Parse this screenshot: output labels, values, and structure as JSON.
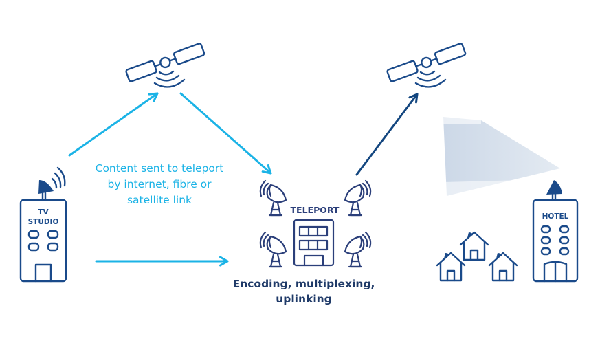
{
  "diagram": {
    "title": "",
    "colors": {
      "light_arrow": "#1bb3e6",
      "dark_arrow": "#13467f",
      "icon_stroke": "#1a4a8a",
      "teleport_stroke": "#2b3f7a",
      "beam": "#c9d6e6"
    },
    "nodes": {
      "tv_studio": {
        "line1": "TV",
        "line2": "STUDIO"
      },
      "teleport": {
        "label": "TELEPORT"
      },
      "hotel": {
        "label": "HOTEL"
      }
    },
    "labels": {
      "content_line1": "Content sent to teleport",
      "content_line2": "by internet, fibre or",
      "content_line3": "satellite link",
      "encoding_line1": "Encoding, multiplexing,",
      "encoding_line2": "uplinking"
    },
    "edges": [
      {
        "from": "tv_studio",
        "to": "satellite_left",
        "style": "light"
      },
      {
        "from": "satellite_left",
        "to": "teleport",
        "style": "light"
      },
      {
        "from": "tv_studio",
        "to": "teleport",
        "style": "light"
      },
      {
        "from": "teleport",
        "to": "satellite_right",
        "style": "dark"
      },
      {
        "from": "satellite_right",
        "to": "homes_and_hotel",
        "style": "beam"
      }
    ]
  }
}
